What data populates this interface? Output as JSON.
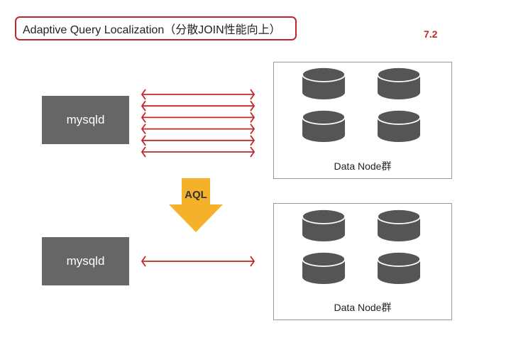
{
  "title": "Adaptive Query Localization（分散JOIN性能向上）",
  "figure_number": "7.2",
  "top": {
    "client_label": "mysqld",
    "node_group_label": "Data Node群",
    "round_trips": 6
  },
  "arrow": {
    "label": "AQL"
  },
  "bottom": {
    "client_label": "mysqld",
    "node_group_label": "Data Node群",
    "round_trips": 1
  },
  "colors": {
    "accent": "#c0272d",
    "server": "#666666",
    "database": "#555555",
    "aql_arrow": "#f6b12a"
  },
  "icons": [
    "database-icon",
    "double-arrow-icon",
    "down-arrow-icon"
  ]
}
